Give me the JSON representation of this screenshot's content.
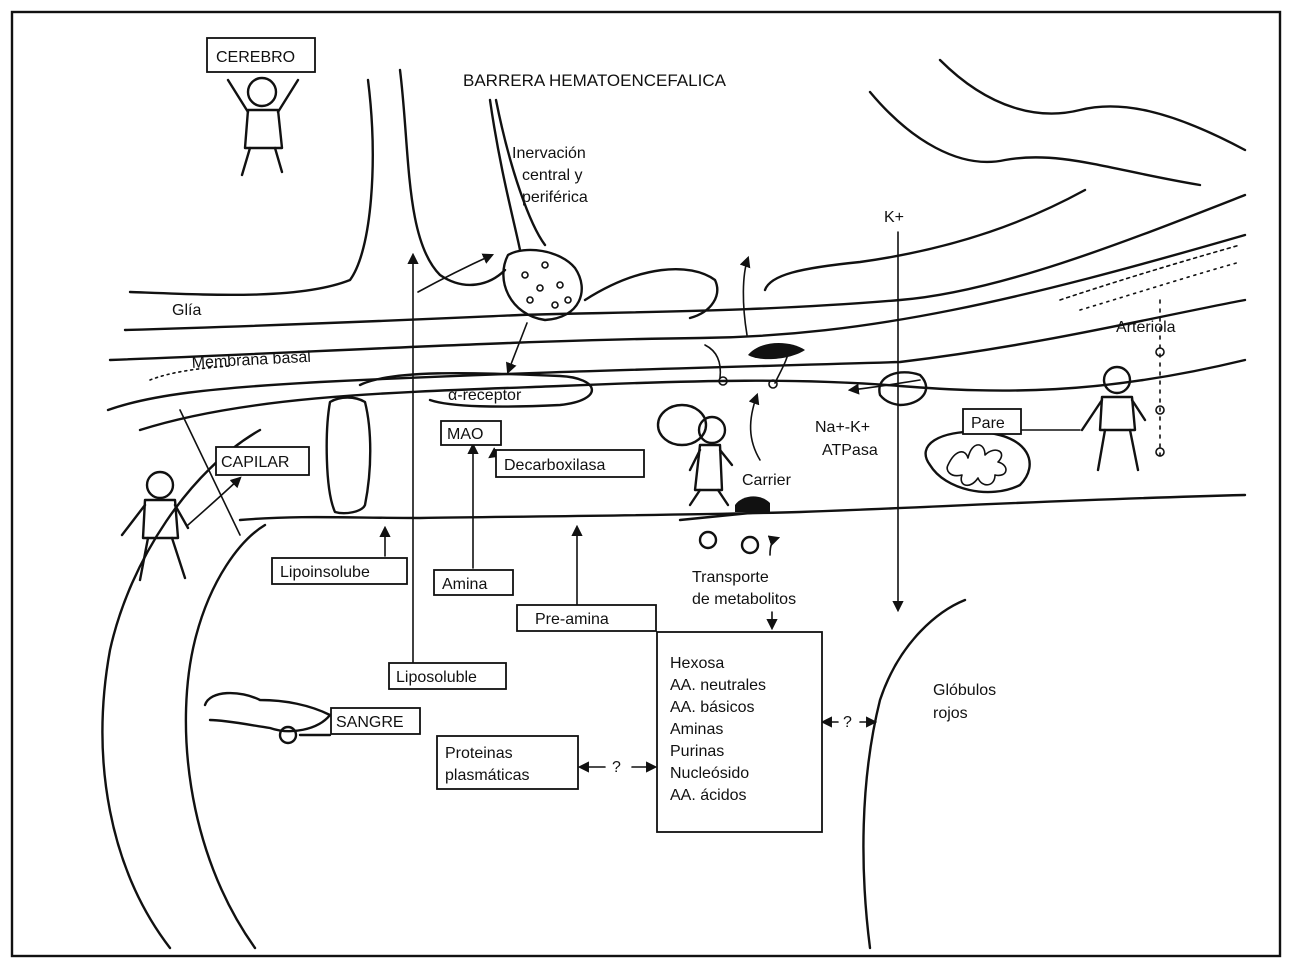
{
  "title": "BARRERA HEMATOENCEFALICA",
  "labels": {
    "cerebro": "CEREBRO",
    "capilar": "CAPILAR",
    "sangre": "SANGRE",
    "glia": "Glía",
    "membrana_basal": "Membrana basal",
    "inervacion": [
      "Inervación",
      "central y",
      "periférica"
    ],
    "k_plus": "K+",
    "arteriola": "Arteriola",
    "alpha_receptor": "α-receptor",
    "mao": "MAO",
    "decarboxilasa": "Decarboxilasa",
    "carrier": "Carrier",
    "atpasa": [
      "Na+-K+",
      "ATPasa"
    ],
    "pare": "Pare",
    "lipoinsolube": "Lipoinsolube",
    "amina": "Amina",
    "pre_amina": "Pre-amina",
    "transporte": [
      "Transporte",
      "de metabolitos"
    ],
    "liposoluble": "Liposoluble",
    "proteinas": [
      "Proteinas",
      "plasmáticas"
    ],
    "question": "?",
    "globulos": [
      "Glóbulos",
      "rojos"
    ]
  },
  "metabolites": [
    "Hexosa",
    "AA. neutrales",
    "AA. básicos",
    "Aminas",
    "Purinas",
    "Nucleósido",
    "AA. ácidos"
  ]
}
